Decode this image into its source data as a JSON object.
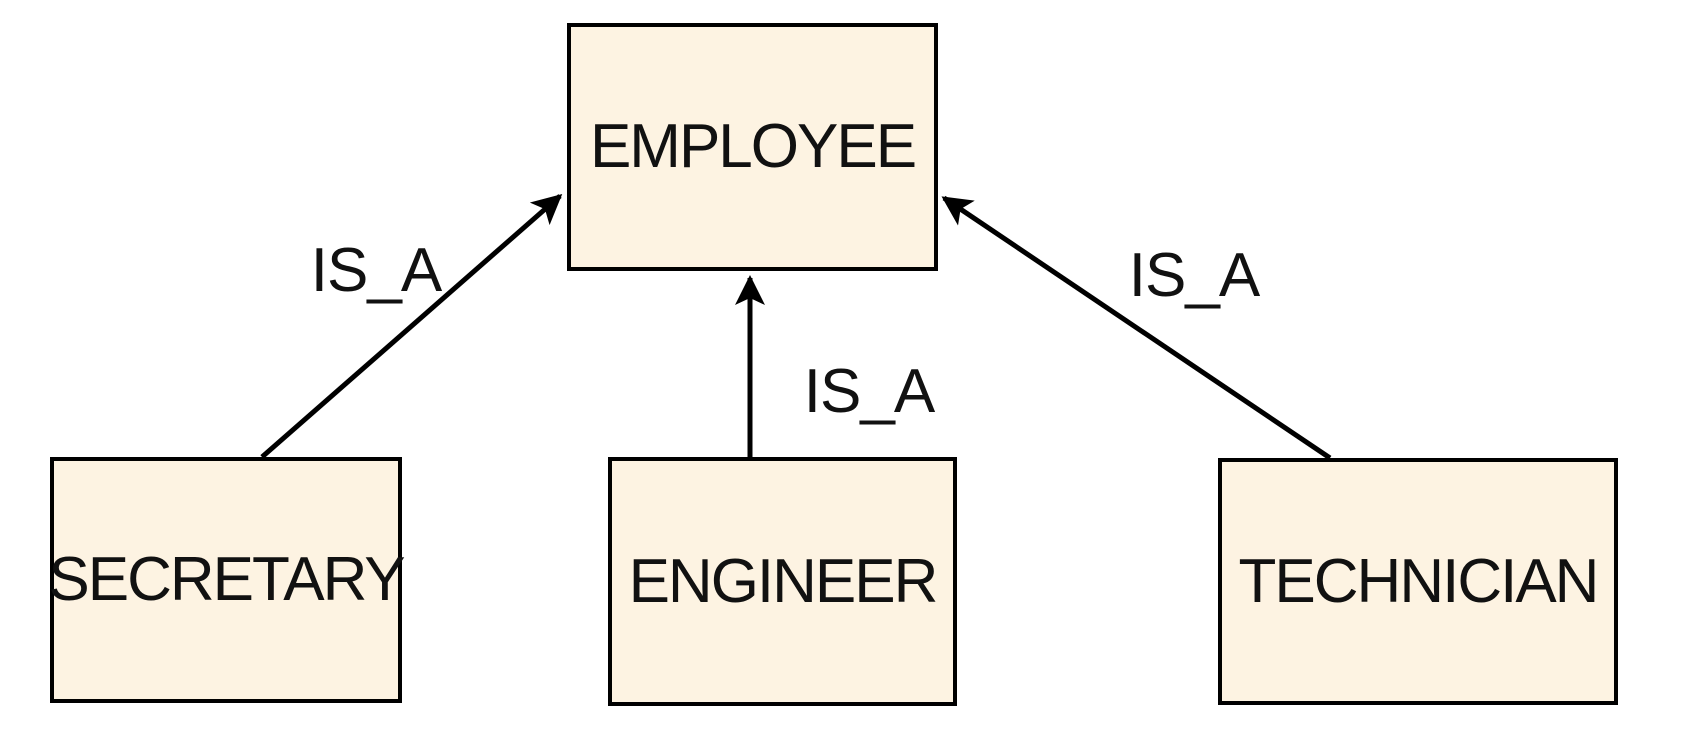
{
  "diagram": {
    "type": "entity-inheritance-diagram",
    "entities": [
      {
        "id": "employee",
        "label": "EMPLOYEE"
      },
      {
        "id": "secretary",
        "label": "SECRETARY"
      },
      {
        "id": "engineer",
        "label": "ENGINEER"
      },
      {
        "id": "technician",
        "label": "TECHNICIAN"
      }
    ],
    "edges": [
      {
        "from": "SECRETARY",
        "to": "EMPLOYEE",
        "label": "IS_A"
      },
      {
        "from": "ENGINEER",
        "to": "EMPLOYEE",
        "label": "IS_A"
      },
      {
        "from": "TECHNICIAN",
        "to": "EMPLOYEE",
        "label": "IS_A"
      }
    ],
    "colors": {
      "background": "#FFFFFF",
      "node_fill": "#FDF3E2",
      "node_border": "#000000",
      "arrow": "#000000",
      "text": "#111111"
    }
  }
}
